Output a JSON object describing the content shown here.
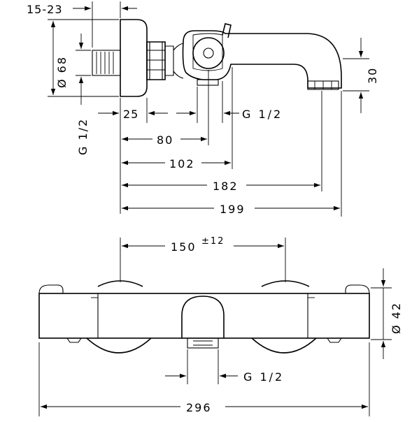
{
  "side_view": {
    "dims": {
      "flange_depth": "15-23",
      "wall_diameter": "Ø 68",
      "inlet_thread": "G 1/2",
      "dim_25": "25",
      "outlet_thread": "G 1/2",
      "dim_80": "80",
      "dim_102": "102",
      "dim_182": "182",
      "dim_199": "199",
      "spout_height": "30"
    }
  },
  "front_view": {
    "dims": {
      "centers": "150",
      "centers_tolerance": "±12",
      "body_diameter": "Ø 42",
      "outlet_thread": "G 1/2",
      "overall_width": "296"
    }
  }
}
